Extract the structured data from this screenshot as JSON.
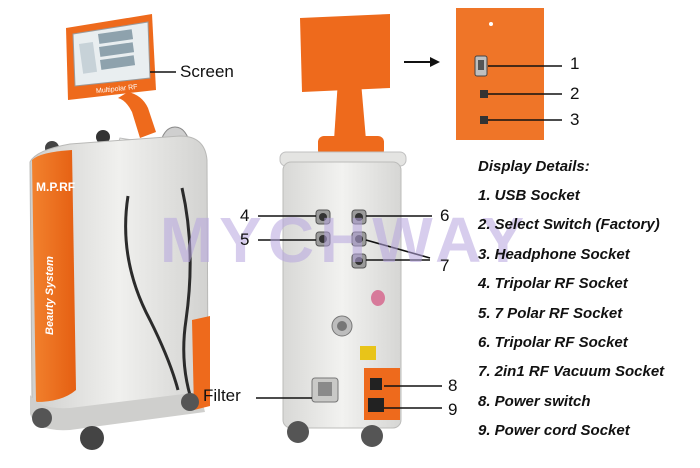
{
  "labels": {
    "screen": "Screen",
    "filter": "Filter",
    "brand": "M.P.RF",
    "side_text": "Beauty System",
    "screen_brand": "Multipolar RF"
  },
  "callouts": [
    "1",
    "2",
    "3",
    "4",
    "5",
    "6",
    "7",
    "8",
    "9"
  ],
  "display_details": {
    "title": "Display Details:",
    "items": [
      "1. USB Socket",
      "2. Select Switch (Factory)",
      "3. Headphone Socket",
      "4. Tripolar RF Socket",
      "5. 7 Polar RF Socket",
      "6. Tripolar RF Socket",
      "7. 2in1 RF Vacuum Socket",
      "8. Power switch",
      "9. Power cord Socket"
    ]
  },
  "watermark": "MYCHWAY",
  "colors": {
    "orange": "#ee6a1c",
    "body": "#e4e4e2",
    "watermark": "#b7a6df"
  }
}
